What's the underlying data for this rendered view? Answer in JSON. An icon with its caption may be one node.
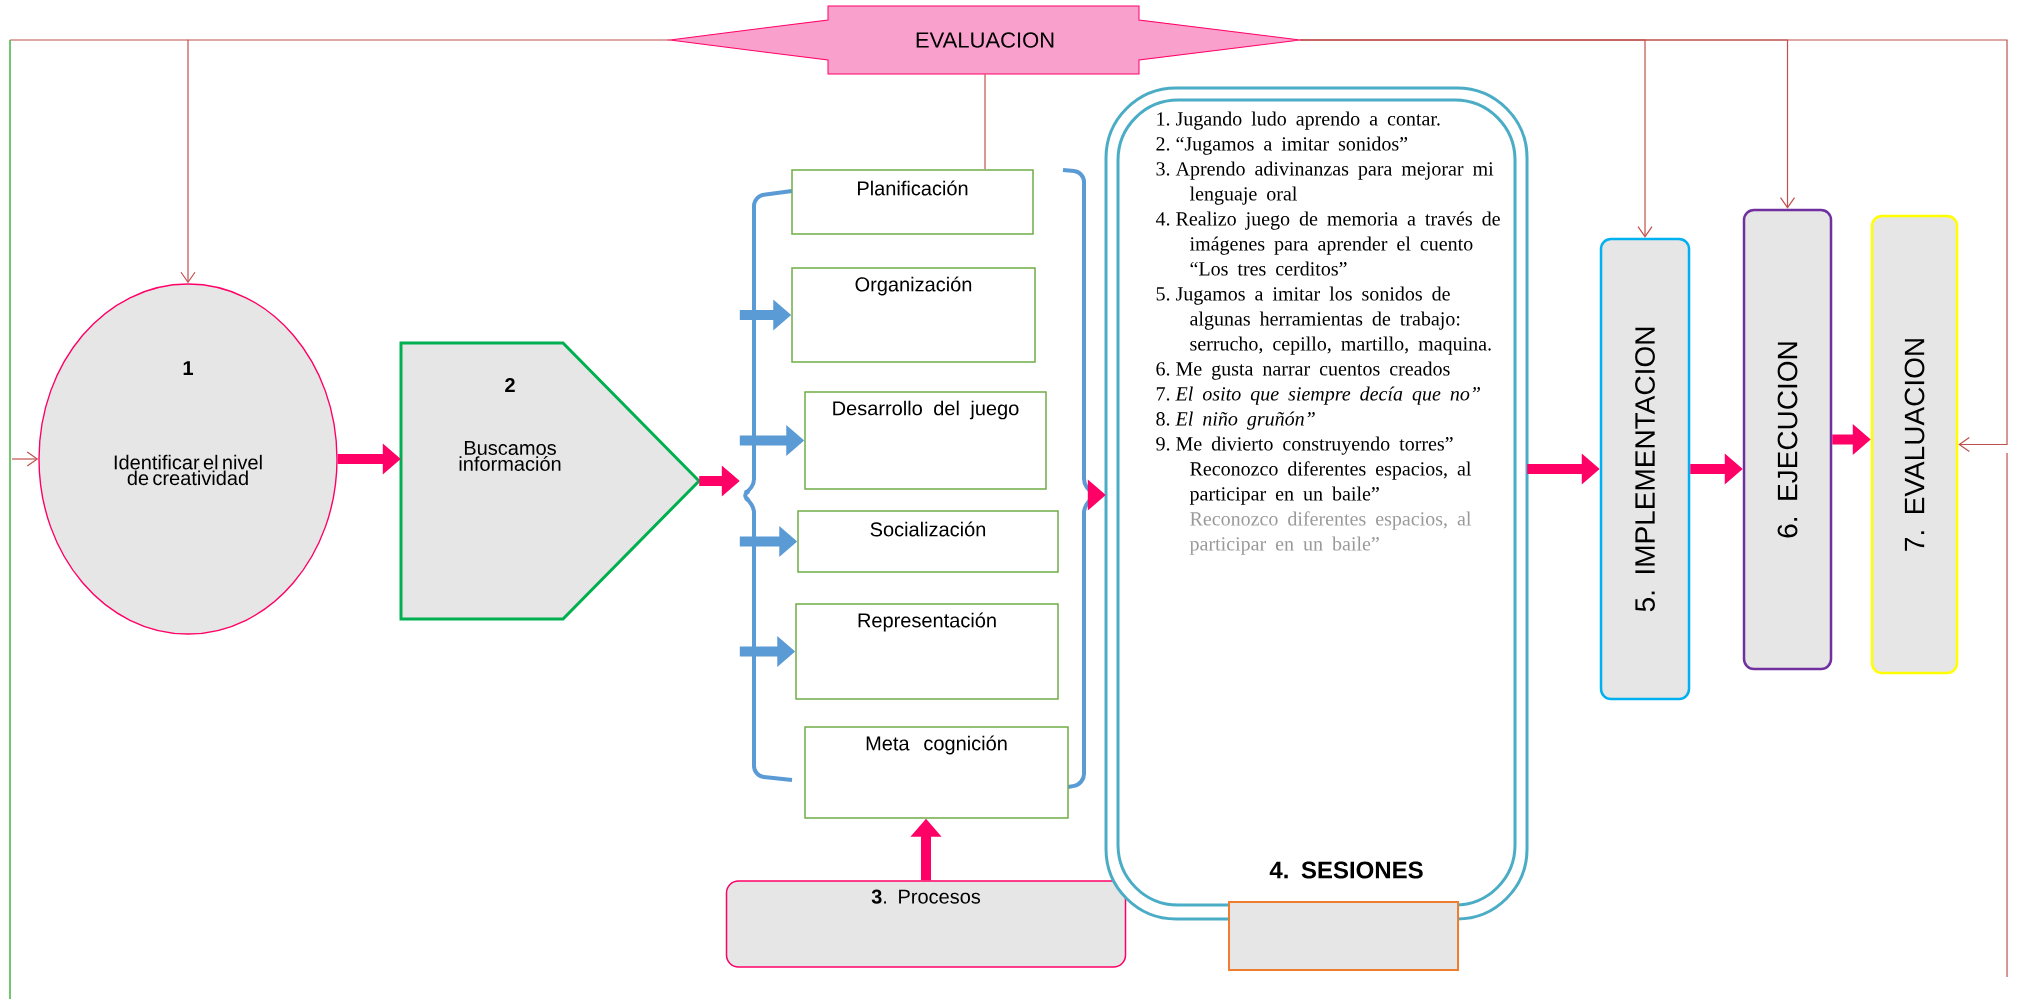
{
  "diagram": {
    "nodes": [
      {
        "text": [
          "EVALUACION"
        ]
      },
      {
        "text": [
          "1",
          "Identificar el nivel de creatividad"
        ]
      },
      {
        "text": [
          "2",
          "Buscamos información"
        ]
      },
      {
        "text": [],
        "shape": "bracket"
      },
      {
        "text": [
          "Planificación"
        ],
        "in": 3
      },
      {
        "text": [
          "Organización"
        ],
        "in": 3
      },
      {
        "text": [
          "Desarrollo del juego"
        ],
        "in": 3
      },
      {
        "text": [
          "Socialización"
        ],
        "in": 3
      },
      {
        "text": [
          "Representación"
        ],
        "in": 3
      },
      {
        "text": [
          "Meta cognición"
        ],
        "in": 3
      },
      {
        "text": [
          "**3**. Procesos"
        ]
      },
      {
        "text": [
          "1. Jugando ludo aprendo a contar.",
          "2. “Jugamos a imitar sonidos”",
          "3. Aprendo adivinanzas para mejorar mi lenguaje oral",
          "4. Realizo juego de memoria a través de imágenes para aprender el cuento “Los tres cerditos”",
          "5. Jugamos a imitar los sonidos de algunas herramientas de trabajo: serrucho, cepillo, martillo, maquina.",
          "6. Me gusta narrar cuentos creados",
          "7. *El osito que siempre decía que no”*",
          "8. *El niño gruñón”*",
          "9. Me divierto construyendo torres”",
          "Reconozco diferentes espacios, al participar en un baile”",
          "Reconozco diferentes espacios, al participar en un baile”",
          "4. SESIONES"
        ]
      },
      {
        "text": [],
        "shape": "box"
      },
      {
        "text": [
          "5. IMPLEMENTACION"
        ]
      },
      {
        "text": [
          "6. EJECUCION"
        ]
      },
      {
        "text": [
          "7. EVALUACION"
        ]
      }
    ],
    "edges": [
      {
        "from": 1,
        "to": 2,
        "arrow": "to"
      },
      {
        "from": 2,
        "to": 3,
        "arrow": "to"
      },
      {
        "from": 3,
        "to": 11,
        "arrow": "to"
      },
      {
        "from": 11,
        "to": 13,
        "arrow": "to"
      },
      {
        "from": 13,
        "to": 14,
        "arrow": "to"
      },
      {
        "from": 14,
        "to": 15,
        "arrow": "to"
      },
      {
        "from": 10,
        "to": 9,
        "arrow": "to"
      },
      {
        "from": 3,
        "to": 5,
        "arrow": "to",
        "color": "#5b9bd5"
      },
      {
        "from": 3,
        "to": 6,
        "arrow": "to",
        "color": "#5b9bd5"
      },
      {
        "from": 3,
        "to": 7,
        "arrow": "to",
        "color": "#5b9bd5"
      },
      {
        "from": 3,
        "to": 8,
        "arrow": "to",
        "color": "#5b9bd5"
      },
      {
        "from": 0,
        "to": 1,
        "arrow": "to",
        "color": "#c0504d"
      },
      {
        "from": null,
        "to": 1,
        "arrow": "to",
        "color": "#c0504d"
      },
      {
        "from": 0,
        "to": 4,
        "arrow": "none",
        "color": "#c0504d"
      },
      {
        "from": 0,
        "to": 13,
        "arrow": "to",
        "color": "#c0504d"
      },
      {
        "from": 0,
        "to": 14,
        "arrow": "to",
        "color": "#c0504d"
      },
      {
        "from": 0,
        "to": 15,
        "arrow": "to",
        "color": "#c0504d"
      }
    ]
  }
}
